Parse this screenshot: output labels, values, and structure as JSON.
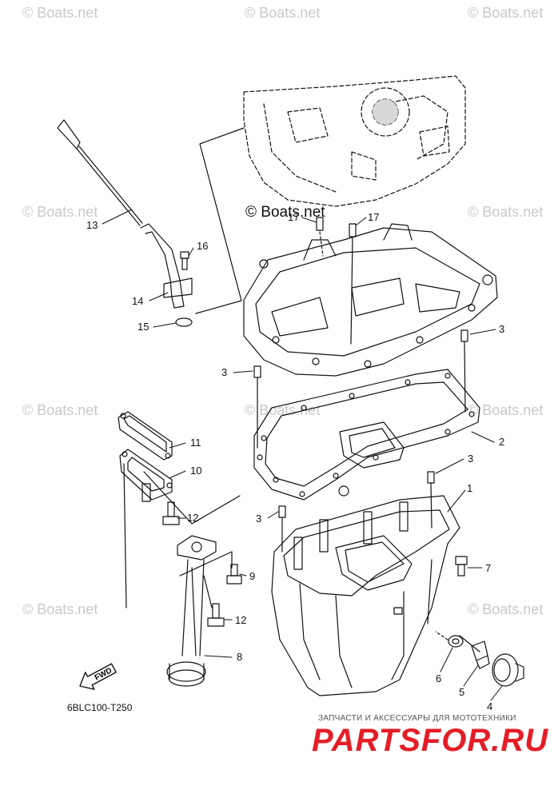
{
  "watermarks": [
    "© Boats.net",
    "© Boats.net",
    "© Boats.net",
    "© Boats.net",
    "© Boats.net",
    "© Boats.net",
    "© Boats.net",
    "© Boats.net",
    "© Boats.net",
    "© Boats.net"
  ],
  "center_watermark": "© Boats.net",
  "diagram_code": "6BLC100-T250",
  "fwd_label": "FWD",
  "callouts": [
    "13",
    "16",
    "14",
    "15",
    "17",
    "17",
    "3",
    "3",
    "2",
    "11",
    "10",
    "12",
    "3",
    "1",
    "3",
    "9",
    "12",
    "7",
    "8",
    "6",
    "5",
    "4"
  ],
  "shop": {
    "caption": "ЗАПЧАСТИ И АКСЕССУАРЫ ДЛЯ МОТОТЕХНИКИ",
    "logo_text": "PARTSFOR.RU"
  },
  "colors": {
    "line": "#111111",
    "watermark": "#c9c9c9",
    "logo_red": "#e41e26"
  }
}
